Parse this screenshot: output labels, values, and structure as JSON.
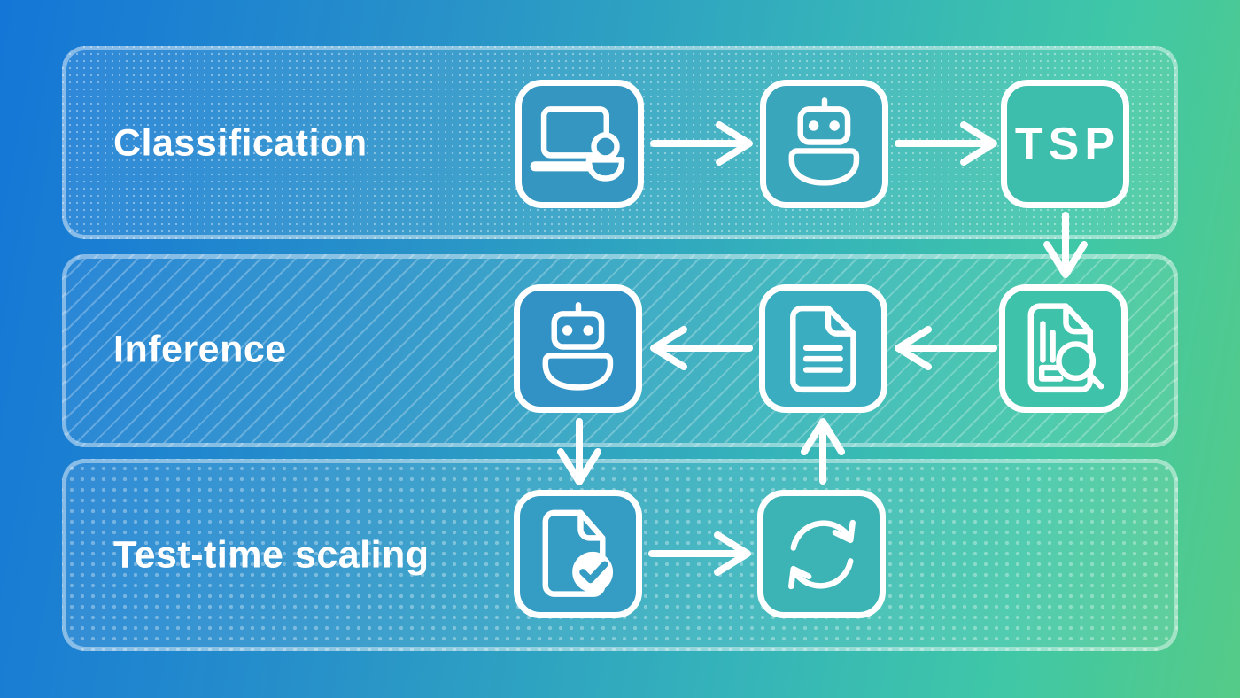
{
  "diagram": {
    "rows": [
      {
        "label": "Classification",
        "pattern": "small-dots",
        "flow_direction": "left-to-right",
        "nodes": [
          {
            "icon": "laptop-user-icon"
          },
          {
            "icon": "robot-icon"
          },
          {
            "icon": "tsp-box",
            "label": "TSP"
          }
        ]
      },
      {
        "label": "Inference",
        "pattern": "diagonal-stripes",
        "flow_direction": "right-to-left",
        "nodes": [
          {
            "icon": "robot-icon"
          },
          {
            "icon": "document-icon"
          },
          {
            "icon": "document-search-icon"
          }
        ]
      },
      {
        "label": "Test-time scaling",
        "pattern": "large-dots",
        "flow_direction": "left-to-right",
        "nodes": [
          {
            "icon": "document-check-icon"
          },
          {
            "icon": "sync-icon"
          }
        ]
      }
    ],
    "connections": [
      {
        "from": "laptop-user",
        "to": "robot-row1",
        "direction": "right"
      },
      {
        "from": "robot-row1",
        "to": "tsp-box",
        "direction": "right"
      },
      {
        "from": "tsp-box",
        "to": "document-search",
        "direction": "down"
      },
      {
        "from": "document-search",
        "to": "document",
        "direction": "left"
      },
      {
        "from": "document",
        "to": "robot-row2",
        "direction": "left"
      },
      {
        "from": "robot-row2",
        "to": "document-check",
        "direction": "down"
      },
      {
        "from": "document-check",
        "to": "sync",
        "direction": "right"
      },
      {
        "from": "sync",
        "to": "document",
        "direction": "up"
      }
    ],
    "colors": {
      "gradient_start": "#1476d7",
      "gradient_mid_blue": "#2791c9",
      "gradient_teal": "#35b3ba",
      "gradient_green": "#55cb87",
      "icon_stroke": "#ffffff",
      "band_border": "rgba(255,255,255,0.42)"
    }
  }
}
